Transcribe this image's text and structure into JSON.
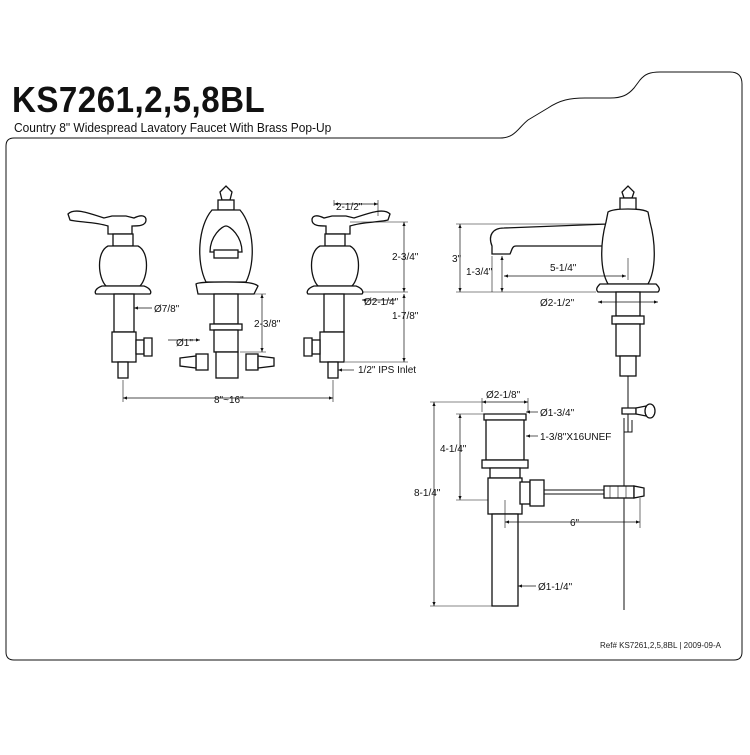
{
  "header": {
    "model": "KS7261,2,5,8BL",
    "description": "Country  8\" Widespread Lavatory Faucet With Brass Pop-Up"
  },
  "front_view": {
    "dims": {
      "handle_spread": "2-1/2\"",
      "handle_height": "2-3/4\"",
      "escutcheon_dia": "Ø2-1/4\"",
      "shank_length": "1-7/8\"",
      "shank_dia": "Ø7/8\"",
      "spout_shank_dia": "Ø1\"",
      "spout_shank_length": "2-3/8\"",
      "inlet": "1/2\" IPS Inlet",
      "centers": "8\"~16\""
    }
  },
  "side_view": {
    "dims": {
      "spout_height": "3\"",
      "spout_outlet": "1-3/4\"",
      "spout_reach": "5-1/4\"",
      "base_dia": "Ø2-1/2\""
    }
  },
  "popup_view": {
    "dims": {
      "flange_top": "Ø2-1/8\"",
      "flange_dia": "Ø1-3/4\"",
      "thread": "1-3/8\"X16UNEF",
      "body_length": "4-1/4\"",
      "overall_length": "8-1/4\"",
      "rod_length": "6\"",
      "tail_dia": "Ø1-1/4\""
    }
  },
  "footer": {
    "ref": "Ref# KS7261,2,5,8BL | 2009-09-A"
  }
}
